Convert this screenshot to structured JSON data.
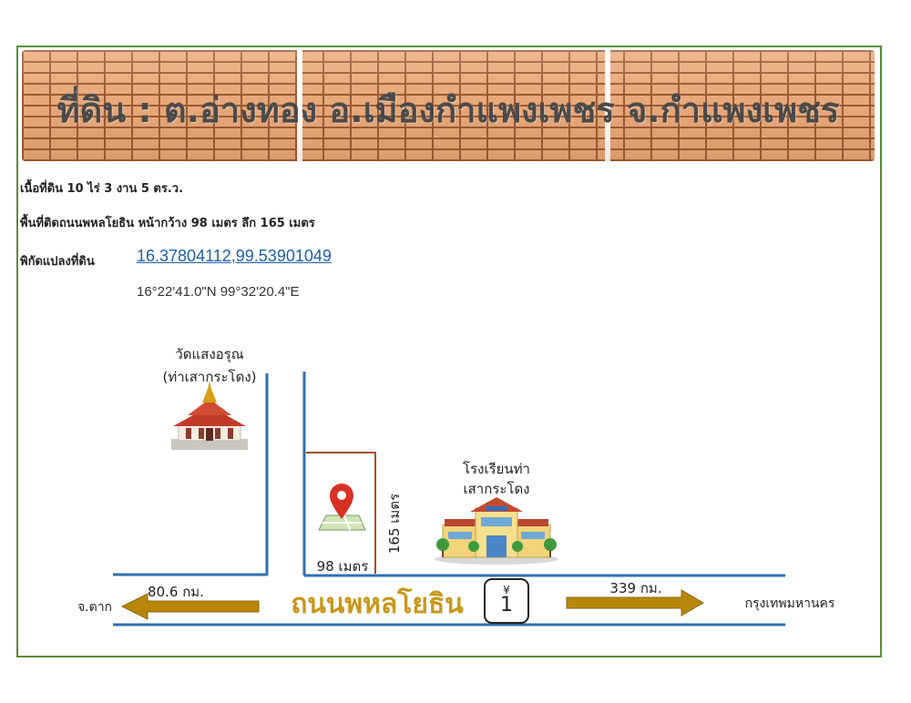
{
  "banner": {
    "title": "ที่ดิน : ต.อ่างทอง อ.เมืองกำแพงเพชร จ.กำแพงเพชร"
  },
  "info": {
    "area": "เนื้อที่ดิน  10 ไร่ 3 งาน 5 ตร.ว.",
    "frontage": "พื้นที่ติดถนนพหลโยธิน หน้ากว้าง 98 เมตร ลึก 165 เมตร",
    "coord_label": "พิกัดแปลงที่ดิน",
    "coord_decimal": "16.37804112,99.53901049",
    "coord_dms": "16°22'41.0\"N 99°32'20.4\"E"
  },
  "map": {
    "temple_name_line1": "วัดแสงอรุณ",
    "temple_name_line2": "(ท่าเสากระโดง)",
    "school_name_line1": "โรงเรียนท่า",
    "school_name_line2": "เสากระโดง",
    "plot_width_label": "98 เมตร",
    "plot_depth_label": "165 เมตร",
    "road_name": "ถนนพหลโยธิน",
    "highway_number": "1",
    "left_distance": "80.6 กม.",
    "left_destination": "จ.ตาก",
    "right_distance": "339 กม.",
    "right_destination": "กรุงเทพมหานคร"
  },
  "colors": {
    "road_line": "#2e6fae",
    "plot_border": "#a0522d",
    "arrow": "#b8860b",
    "road_text": "#c9971a",
    "pin": "#d93025",
    "frame": "#5a8a3a"
  }
}
